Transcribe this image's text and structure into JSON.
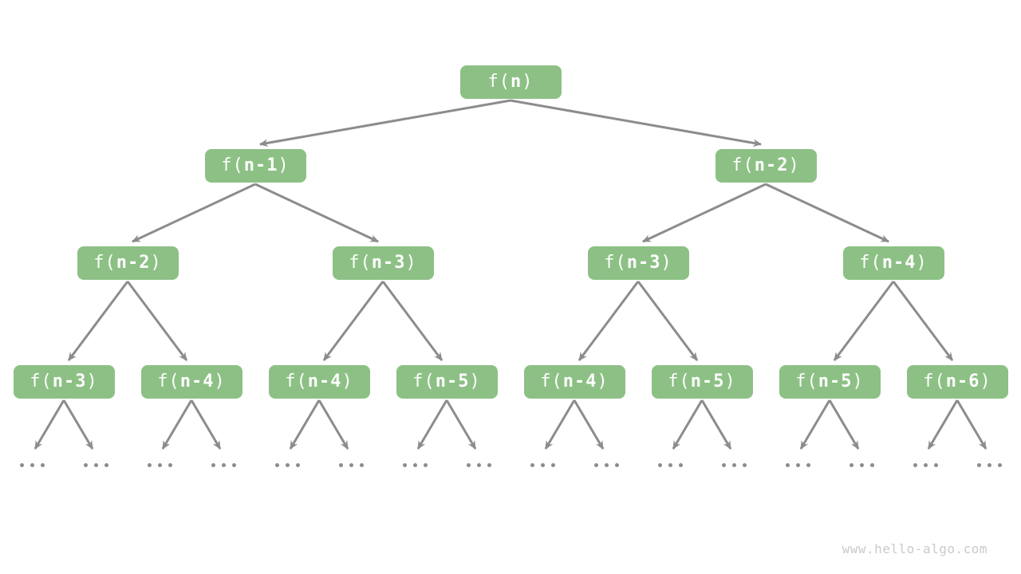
{
  "diagram": {
    "watermark": "www.hello-algo.com",
    "ellipsis": "...",
    "colors": {
      "background": "#FFFFFF",
      "node_fill": "#8DC085",
      "node_text": "#FFFFFF",
      "edge": "#8C8C8C",
      "watermark_text": "#CACACA"
    },
    "tree": {
      "type": "recursion-tree",
      "levels": [
        {
          "name": "level-0",
          "labels": [
            "f(n)"
          ]
        },
        {
          "name": "level-1",
          "labels": [
            "f(n-1)",
            "f(n-2)"
          ]
        },
        {
          "name": "level-2",
          "labels": [
            "f(n-2)",
            "f(n-3)",
            "f(n-3)",
            "f(n-4)"
          ]
        },
        {
          "name": "level-3",
          "labels": [
            "f(n-3)",
            "f(n-4)",
            "f(n-4)",
            "f(n-5)",
            "f(n-4)",
            "f(n-5)",
            "f(n-5)",
            "f(n-6)"
          ]
        }
      ],
      "ellipsis_count": 16
    }
  }
}
